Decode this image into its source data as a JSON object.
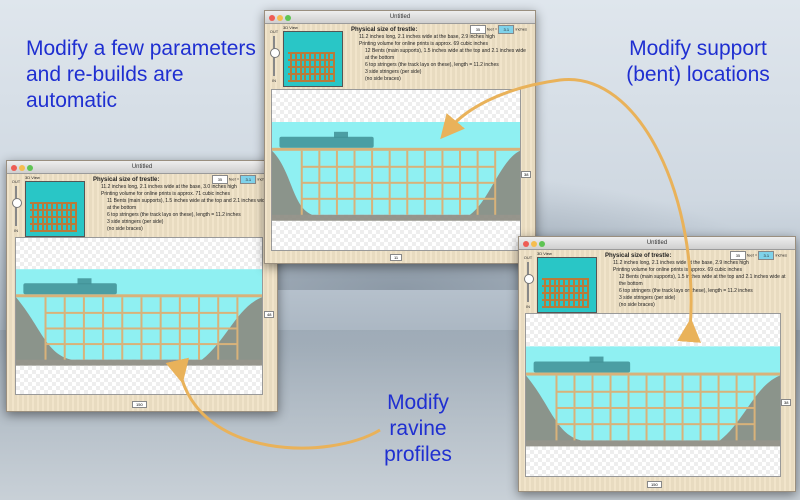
{
  "captions": {
    "left": "Modify a few parameters and re-builds are automatic",
    "right": "Modify support (bent) locations",
    "bottom": "Modify ravine profiles"
  },
  "window": {
    "title": "Untitled",
    "view_label": "3D View",
    "zoom_in": "OUT",
    "zoom_out": "IN",
    "physical_heading": "Physical size of trestle:",
    "scale_label": "scale",
    "actual_label": "actual",
    "feet_label": "feet",
    "inches_label": "inches",
    "eq": "="
  },
  "windows": [
    {
      "id": "left",
      "size_line": "11.2 inches long, 2.1 inches wide at the base, 3.0 inches high",
      "volume_line": "Printing volume for online prints is approx. 71 cubic inches",
      "bents_line": "11 Bents (main supports), 1.5 inches wide at the top and 2.1 inches wide at the bottom",
      "stringers_line": "6 top stringers (the track lays on these), length = 11.2 inches",
      "side_line": "3 side stringers (per side)",
      "braces_line": "(no side braces)",
      "scale_value": "35",
      "actual_value": "3.1",
      "dimension": "48",
      "page": "150"
    },
    {
      "id": "top",
      "size_line": "11.2 inches long, 2.1 inches wide at the base, 2.9 inches high",
      "volume_line": "Printing volume for online prints is approx. 69 cubic inches",
      "bents_line": "12 Bents (main supports), 1.5 inches wide at the top and 2.1 inches wide at the bottom",
      "stringers_line": "6 top stringers (the track lays on these), length = 11.2 inches",
      "side_line": "3 side stringers (per side)",
      "braces_line": "(no side braces)",
      "scale_value": "35",
      "actual_value": "3.1",
      "dimension": "38",
      "page": "11"
    },
    {
      "id": "right",
      "size_line": "11.2 inches long, 2.1 inches wide at the base, 2.9 inches high",
      "volume_line": "Printing volume for online prints is approx. 69 cubic inches",
      "bents_line": "12 Bents (main supports), 1.5 inches wide at the top and 2.1 inches wide at the bottom",
      "stringers_line": "6 top stringers (the track lays on these), length = 11.2 inches",
      "side_line": "3 side stringers (per side)",
      "braces_line": "(no side braces)",
      "scale_value": "35",
      "actual_value": "3.1",
      "dimension": "38",
      "page": "150"
    }
  ],
  "colors": {
    "caption": "#1f2fd1",
    "arrow": "#e9b25a",
    "water": "#8ff0f2",
    "timber": "#d8b27a",
    "train": "#3f8f95",
    "rock": "#8b8a80"
  }
}
